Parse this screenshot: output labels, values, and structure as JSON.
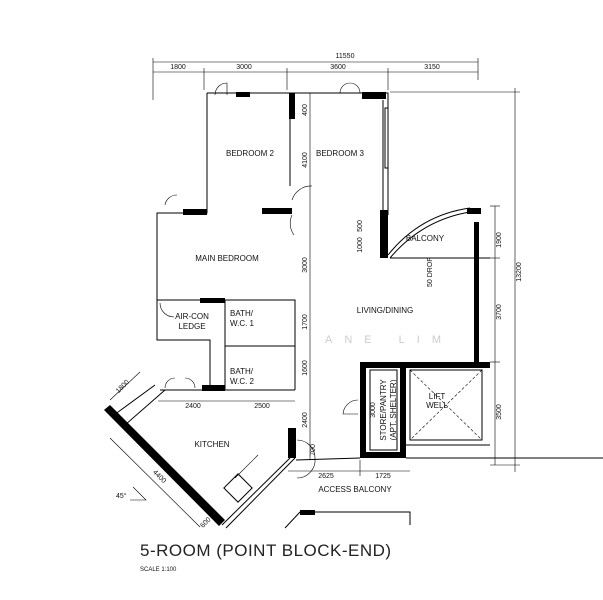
{
  "plan": {
    "title": "5-ROOM (POINT BLOCK-END)",
    "scale": "SCALE   1:100",
    "watermark": "ANE LIM",
    "angle": "45°",
    "rooms": {
      "bedroom2": "BEDROOM 2",
      "bedroom3": "BEDROOM 3",
      "main_bedroom": "MAIN BEDROOM",
      "balcony": "BALCONY",
      "living_dining": "LIVING/DINING",
      "aircon_1": "AIR-CON",
      "aircon_2": "LEDGE",
      "bath1_1": "BATH/",
      "bath1_2": "W.C. 1",
      "bath2_1": "BATH/",
      "bath2_2": "W.C. 2",
      "kitchen": "KITCHEN",
      "store_1": "STORE/PANTRY",
      "store_2": "(APT. SHELTER)",
      "lift_1": "LIFT",
      "lift_2": "WELL",
      "access_balcony": "ACCESS BALCONY",
      "drop": "50 DROP"
    },
    "dims": {
      "total_width": "11550",
      "top": [
        "1800",
        "3000",
        "3600",
        "3150"
      ],
      "center_vertical": [
        "400",
        "4100",
        "500",
        "1000",
        "3000",
        "1700",
        "1600",
        "2400"
      ],
      "store": "3000",
      "door": "700",
      "right": [
        "1900",
        "3700",
        "3500"
      ],
      "total_height": "13200",
      "kitchen_top": [
        "2400",
        "2500"
      ],
      "kitchen_diag": [
        "1800",
        "4400",
        "600"
      ],
      "bottom": [
        "2625",
        "1725"
      ]
    }
  }
}
